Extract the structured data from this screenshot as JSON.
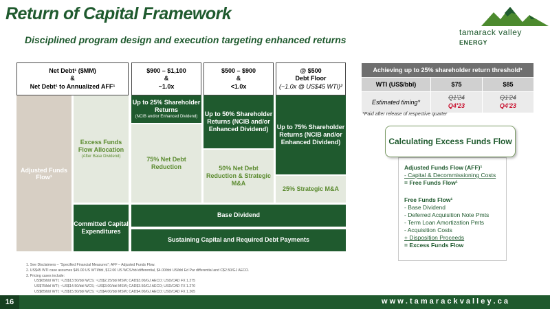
{
  "title": "Return of Capital Framework",
  "subtitle": "Disciplined program design and execution targeting enhanced returns",
  "logo": {
    "name": "tamarack valley",
    "suffix": "ENERGY"
  },
  "headers": [
    {
      "line1": "Net Debt¹ ($MM)",
      "line2": "&",
      "line3": "Net Debt¹ to Annualized AFF¹"
    },
    {
      "line1": "$900 – $1,100",
      "line2": "&",
      "line3": "~1.0x"
    },
    {
      "line1": "$500 – $900",
      "line2": "&",
      "line3": "<1.0x"
    },
    {
      "line1": "@ $500",
      "line2": "Debt Floor",
      "line3": "(~1.0x @ US$45 WTI)²"
    }
  ],
  "rows": {
    "aff": "Adjusted Funds Flow¹",
    "excess": {
      "label": "Excess Funds Flow Allocation",
      "note": "(After Base Dividend)"
    },
    "col1_top": {
      "label": "Up to 25% Shareholder Returns",
      "note": "(NCIB and/or Enhanced Dividend)"
    },
    "col1_bottom": "75% Net Debt Reduction",
    "col2_top": "Up to 50% Shareholder Returns (NCIB and/or Enhanced Dividend)",
    "col2_bottom": "50% Net Debt Reduction & Strategic M&A",
    "col3_top": "Up to 75% Shareholder Returns (NCIB and/or Enhanced Dividend)",
    "col3_bottom": "25% Strategic M&A",
    "committed": "Committed Capital Expenditures",
    "base_dividend": "Base Dividend",
    "sustaining": "Sustaining Capital and Required Debt Payments"
  },
  "threshold_table": {
    "title": "Achieving up to 25% shareholder return threshold³",
    "row1": [
      "WTI (US$/bbl)",
      "$75",
      "$85"
    ],
    "row2_label": "Estimated timing*",
    "row2_old": [
      "Q1'24",
      "Q1'24"
    ],
    "row2_new": [
      "Q4'23",
      "Q4'23"
    ],
    "footnote": "*Paid after release of respective quarter"
  },
  "calc": {
    "title": "Calculating Excess Funds Flow",
    "block1": [
      "Adjusted Funds Flow (AFF)¹",
      "- Capital & Decommissioning Costs",
      "= Free Funds Flow¹"
    ],
    "block2": [
      "Free Funds Flow¹",
      "- Base Dividend",
      "- Deferred Acquisition Note Pmts",
      "- Term Loan Amortization Pmts",
      "- Acquisition Costs",
      "+ Disposition Proceeds",
      "= Excess Funds Flow"
    ]
  },
  "notes": [
    "1. See Disclaimers – “Specified Financial Measures”; AFF – Adjusted Funds Flow.",
    "2. US$45 WTI case assumes $45.00 US WTI/bbl, $12.00 US WCS/bbl differential, $4.00/bbl US/bbl Ed Par differential and C$2.50/GJ AECO.",
    "3. Pricing cases include:",
    "US$65/bbl WTI; ~US$13.50/bbl WCS; ~US$2.25/bbl MSW; CAD$3.00/GJ AECO; USD/CAD FX 1.275",
    "US$75/bbl WTI; ~US$14.50/bbl WCS; ~US$3.00/bbl MSW; CAD$3.50/GJ AECO; USD/CAD FX 1.270",
    "US$85/bbl WTI; ~US$15.50/bbl WCS; ~US$4.00/bbl MSW; CAD$4.00/GJ AECO; USD/CAD FX 1.265"
  ],
  "footer": {
    "page": "16",
    "url": "w w w . t a m a r a c k v a l l e y . c a"
  },
  "colors": {
    "primary": "#1f5a2e",
    "accent_red": "#c8102e",
    "pale_green": "#e4e9de",
    "tan": "#ede8e1"
  }
}
